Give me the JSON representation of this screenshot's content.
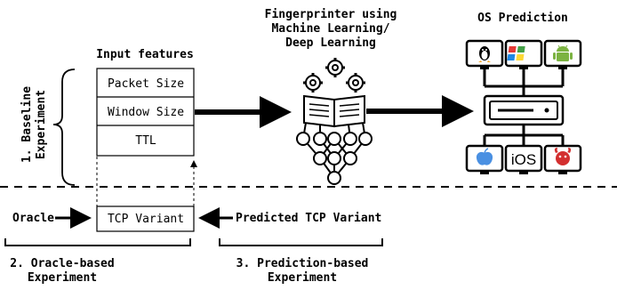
{
  "header": {
    "fingerprinter_label": [
      "Fingerprinter using",
      "Machine Learning/",
      "Deep Learning"
    ],
    "os_prediction_label": "OS Prediction",
    "input_features_label": "Input features"
  },
  "features": [
    "Packet Size",
    "Window Size",
    "TTL"
  ],
  "baseline_label": [
    "1. Baseline",
    "Experiment"
  ],
  "oracle_label": "Oracle",
  "tcp_variant_label": "TCP Variant",
  "predicted_tcp_label": "Predicted TCP Variant",
  "oracle_experiment_label": [
    "2. Oracle-based",
    "Experiment"
  ],
  "prediction_experiment_label": [
    "3. Prediction-based",
    "Experiment"
  ],
  "os_icons": [
    {
      "name": "linux-icon",
      "display": "penguin"
    },
    {
      "name": "windows-icon",
      "display": "windows flag"
    },
    {
      "name": "android-icon",
      "display": "android robot"
    },
    {
      "name": "apple-icon",
      "display": "apple"
    },
    {
      "name": "ios-icon",
      "display": "iOS"
    },
    {
      "name": "freebsd-icon",
      "display": "bsd daemon"
    }
  ],
  "ios_text": "iOS",
  "colors": {
    "stroke": "#000000",
    "background": "#ffffff",
    "android": "#7cb342",
    "windows_red": "#e53935",
    "windows_green": "#43a047",
    "windows_blue": "#1e88e5",
    "windows_yellow": "#fdd835",
    "apple": "#4a90e2",
    "bsd": "#d32f2f"
  }
}
